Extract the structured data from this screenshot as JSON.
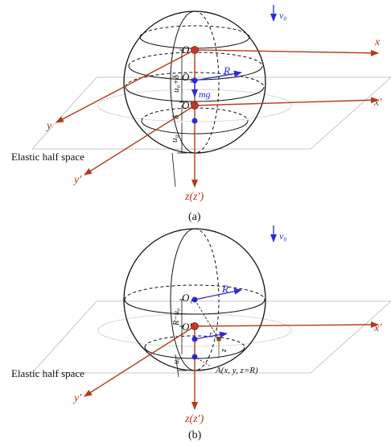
{
  "panel_a": {
    "caption": "(a)",
    "velocity_label": "v₀",
    "axis_x": "x",
    "axis_y": "y",
    "axis_x_prime": "x′",
    "axis_y_prime": "y′",
    "axis_z": "z(z′)",
    "origin_O": "O",
    "center_O1": "O₁",
    "origin_O_prime": "O′",
    "radius_R": "R",
    "weight_mg": "mg",
    "dim_u0_plus_delta": "u₀+δ",
    "dim_delta": "δ",
    "dim_u0": "u₀",
    "half_space_label": "Elastic half space"
  },
  "panel_b": {
    "caption": "(b)",
    "velocity_label": "v₀",
    "axis_x_prime": "x′",
    "axis_y_prime": "y′",
    "axis_z": "z(z′)",
    "center_O1": "O₁",
    "origin_O_prime": "O′",
    "radius_R": "R",
    "dim_R_minus_u0": "R−u₀",
    "dim_u0": "u₀",
    "dim_r": "r",
    "dim_z": "z",
    "point_A": "A(x, y, z=R)",
    "half_space_label": "Elastic half space"
  },
  "colors": {
    "axis_red": "#b5391c",
    "vector_blue": "#2b2bd6",
    "line_black": "#111111",
    "plane_gray": "#9a9a9a"
  }
}
